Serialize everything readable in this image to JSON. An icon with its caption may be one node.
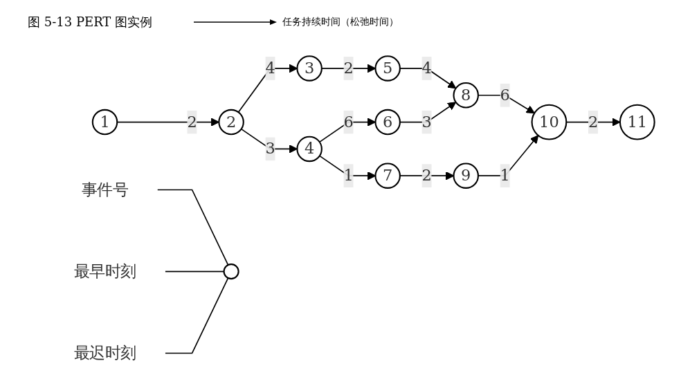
{
  "diagram": {
    "title": "图 5-13 PERT 图实例",
    "nodes": [
      {
        "text": [
          "1"
        ]
      },
      {
        "text": [
          "2"
        ]
      },
      {
        "text": [
          "3"
        ]
      },
      {
        "text": [
          "4"
        ]
      },
      {
        "text": [
          "5"
        ]
      },
      {
        "text": [
          "6"
        ]
      },
      {
        "text": [
          "7"
        ]
      },
      {
        "text": [
          "8"
        ]
      },
      {
        "text": [
          "9"
        ]
      },
      {
        "text": [
          "10"
        ]
      },
      {
        "text": [
          "11"
        ]
      },
      {
        "text": [],
        "shape": "circle"
      },
      {
        "text": [
          "事件号"
        ]
      },
      {
        "text": [
          "最早时刻"
        ]
      },
      {
        "text": [
          "最迟时刻"
        ]
      }
    ],
    "edges": [
      {
        "from": 0,
        "to": 1,
        "arrow": "to",
        "label": "2"
      },
      {
        "from": 1,
        "to": 2,
        "arrow": "to",
        "label": "4"
      },
      {
        "from": 1,
        "to": 3,
        "arrow": "to",
        "label": "3"
      },
      {
        "from": 2,
        "to": 4,
        "arrow": "to",
        "label": "2"
      },
      {
        "from": 3,
        "to": 5,
        "arrow": "to",
        "label": "6"
      },
      {
        "from": 3,
        "to": 6,
        "arrow": "to",
        "label": "1"
      },
      {
        "from": 4,
        "to": 7,
        "arrow": "to",
        "label": "4"
      },
      {
        "from": 5,
        "to": 7,
        "arrow": "to",
        "label": "3"
      },
      {
        "from": 6,
        "to": 8,
        "arrow": "to",
        "label": "2"
      },
      {
        "from": 7,
        "to": 9,
        "arrow": "to",
        "label": "6"
      },
      {
        "from": 8,
        "to": 9,
        "arrow": "to",
        "label": "1"
      },
      {
        "from": 9,
        "to": 10,
        "arrow": "to",
        "label": "2"
      },
      {
        "from": 12,
        "to": 11,
        "arrow": "none"
      },
      {
        "from": 13,
        "to": 11,
        "arrow": "none"
      },
      {
        "from": 14,
        "to": 11,
        "arrow": "none"
      }
    ],
    "legend": [
      {
        "text": "任务持续时间（松弛时间）"
      }
    ]
  }
}
